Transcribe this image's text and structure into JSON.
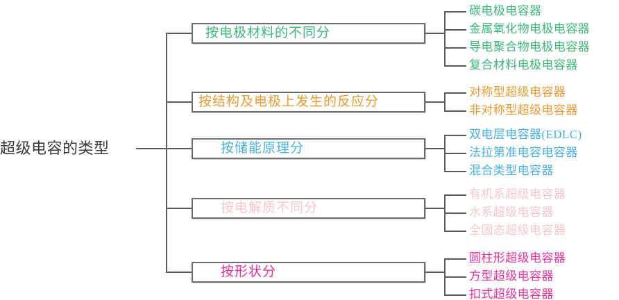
{
  "diagram": {
    "type": "mind-map",
    "title": "超级电容的类型",
    "root": {
      "label": "超级电容的类型",
      "color": "#3a3a3a"
    },
    "line_color": "#5b5b5b",
    "box_border_color": "#6e6e6e",
    "branches": [
      {
        "label": "按电极材料的不同分",
        "color": "#3cb878",
        "leaves": [
          "碳电极电容器",
          "金属氧化物电极电容器",
          "导电聚合物电极电容器",
          "复合材料电极电容器"
        ]
      },
      {
        "label": "按结构及电极上发生的反应分",
        "color": "#f0982d",
        "leaves": [
          "对称型超级电容器",
          "非对称型超级电容器"
        ]
      },
      {
        "label": "按储能原理分",
        "color": "#45b0e8",
        "leaves": [
          "双电层电容器(EDLC)",
          "法拉第准电容电容器",
          "混合类型电容器"
        ]
      },
      {
        "label": "按电解质不同分",
        "color": "#f9c7c7",
        "leaves": [
          "有机系超级电容器",
          "水系超级电容器",
          "全固态超级电容器"
        ]
      },
      {
        "label": "按形状分",
        "color": "#ed2f9a",
        "leaves": [
          "圆柱形超级电容器",
          "方型超级电容器",
          "扣式超级电容器"
        ]
      }
    ]
  }
}
